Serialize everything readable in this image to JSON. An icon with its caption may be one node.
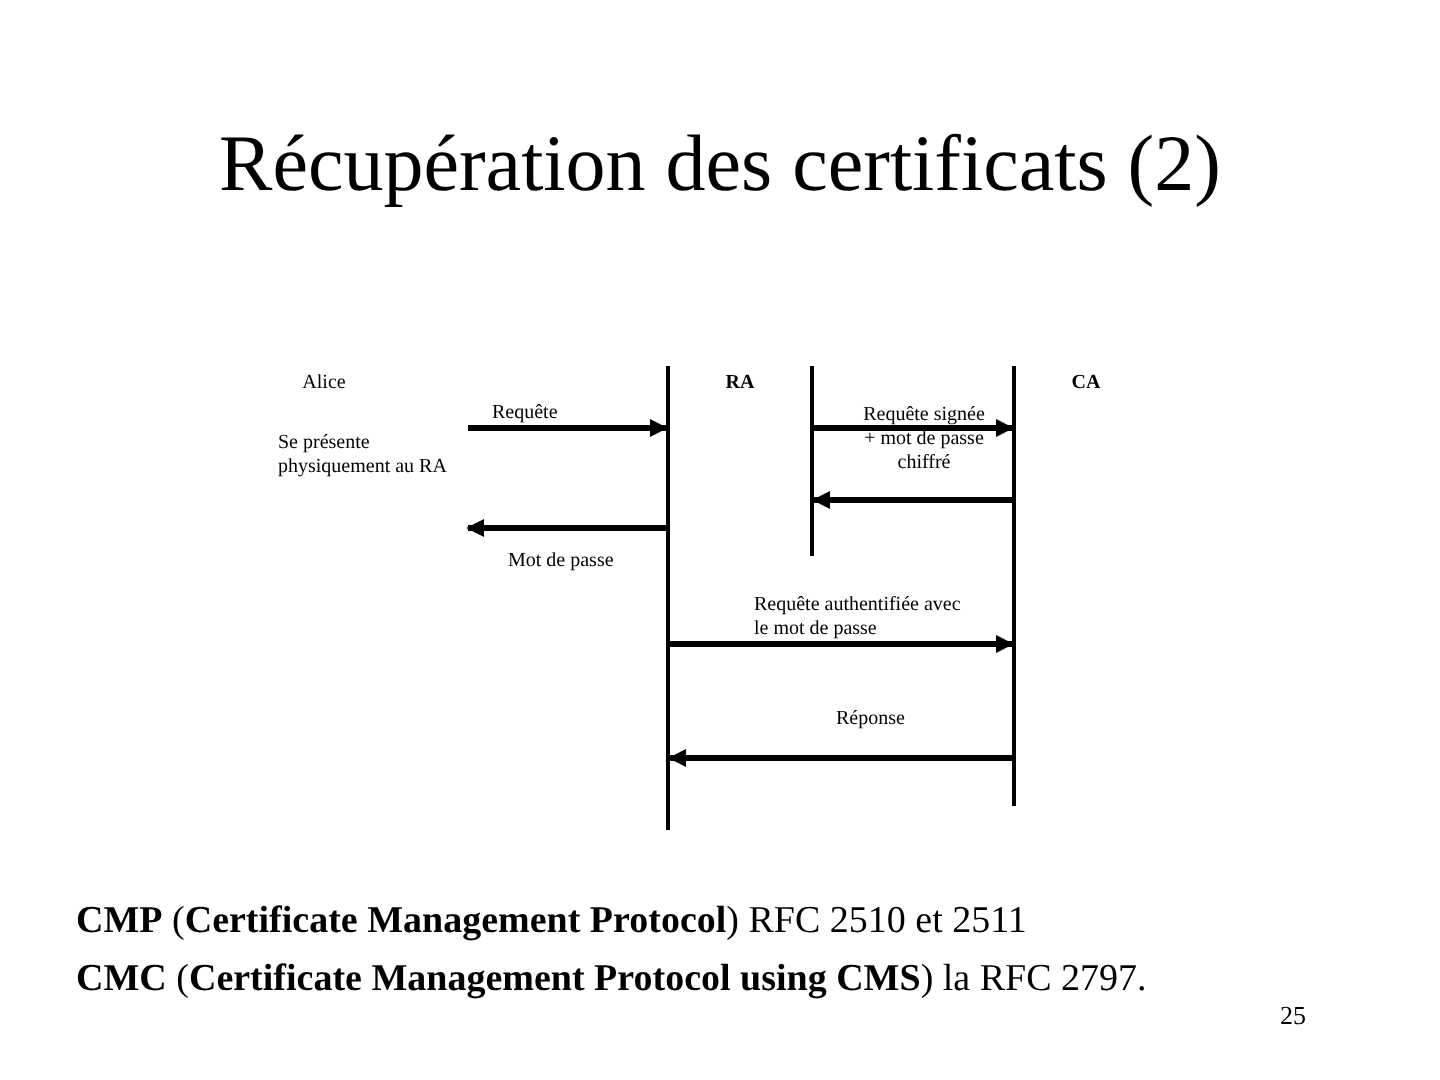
{
  "diagram": {
    "title": "Récupération des certificats (2)",
    "nodes": [
      {
        "text": [
          "Alice"
        ]
      },
      {
        "text": [
          "RA"
        ]
      },
      {
        "text": [
          "CA"
        ]
      },
      {
        "text": [
          "Se présente physiquement au RA"
        ]
      },
      {
        "text": [],
        "shape": "bar"
      },
      {
        "text": [],
        "shape": "bar"
      },
      {
        "text": [],
        "shape": "bar"
      }
    ],
    "edges": [
      {
        "from": 3,
        "to": 4,
        "arrow": "to",
        "label": "Requête"
      },
      {
        "from": 5,
        "to": 6,
        "arrow": "to",
        "label": "Requête signée + mot de passe chiffré"
      },
      {
        "from": 6,
        "to": 5,
        "arrow": "to"
      },
      {
        "from": 4,
        "to": 3,
        "arrow": "to",
        "label": "Mot de passe"
      },
      {
        "from": 4,
        "to": 6,
        "arrow": "to",
        "label": "Requête authentifiée avec le mot de passe"
      },
      {
        "from": 6,
        "to": 4,
        "arrow": "to",
        "label": "Réponse"
      }
    ],
    "labels": [
      "**CMP** (**Certificate Management Protocol**) RFC 2510 et 2511",
      "**CMC** (**Certificate Management Protocol using CMS**) la RFC 2797.",
      "25"
    ]
  }
}
